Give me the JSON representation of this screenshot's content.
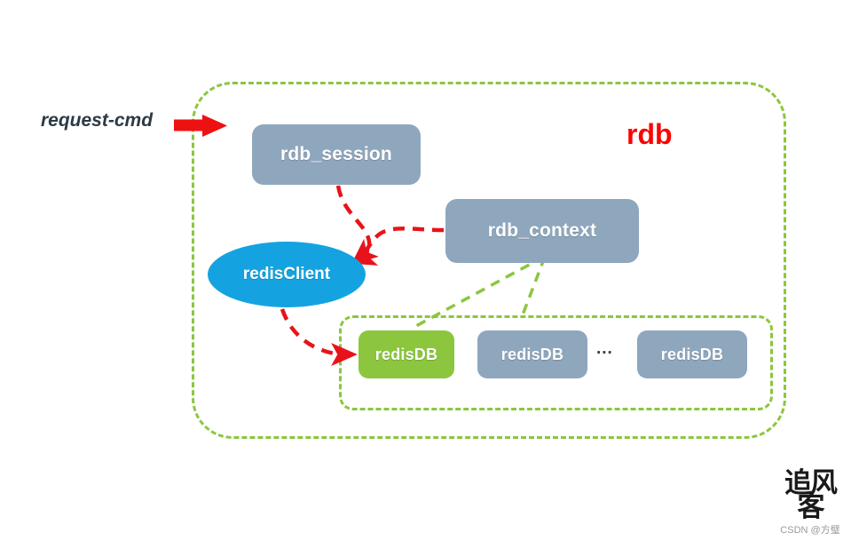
{
  "diagram": {
    "title_label": "rdb",
    "input_label": "request-cmd",
    "ellipsis": "...",
    "outer_container_name": "rdb",
    "nodes": {
      "rdb_session": "rdb_session",
      "rdb_context": "rdb_context",
      "redis_client": "redisClient",
      "redis_db_active": "redisDB",
      "redis_db_second": "redisDB",
      "redis_db_last": "redisDB"
    },
    "colors": {
      "node_gray": "#8FA7BD",
      "node_green": "#8CC63F",
      "ellipse_blue": "#14A3E0",
      "container_dash_green": "#8CC63F",
      "arrow_red": "#E8131A",
      "title_red": "#FF0000",
      "text_dark": "#2B3A45",
      "background": "#FFFFFF"
    },
    "connectors": [
      {
        "from": "request-cmd",
        "to": "rdb-container",
        "style": "solid-arrow",
        "color": "#E8131A"
      },
      {
        "from": "rdb_session",
        "to": "redisClient",
        "style": "dashed-arrow",
        "color": "#E8131A"
      },
      {
        "from": "rdb_context",
        "to": "redisClient",
        "style": "dashed-arrow",
        "color": "#E8131A"
      },
      {
        "from": "redisClient",
        "to": "redisDB-active",
        "style": "dashed-arrow",
        "color": "#E8131A"
      },
      {
        "from": "rdb_context",
        "to": "redisDB-active",
        "style": "dashed-line",
        "color": "#8CC63F"
      },
      {
        "from": "rdb_context",
        "to": "redisDB-group",
        "style": "dashed-line",
        "color": "#8CC63F"
      }
    ]
  },
  "watermark": {
    "mark": "追风客",
    "caption": "CSDN @方璧"
  }
}
